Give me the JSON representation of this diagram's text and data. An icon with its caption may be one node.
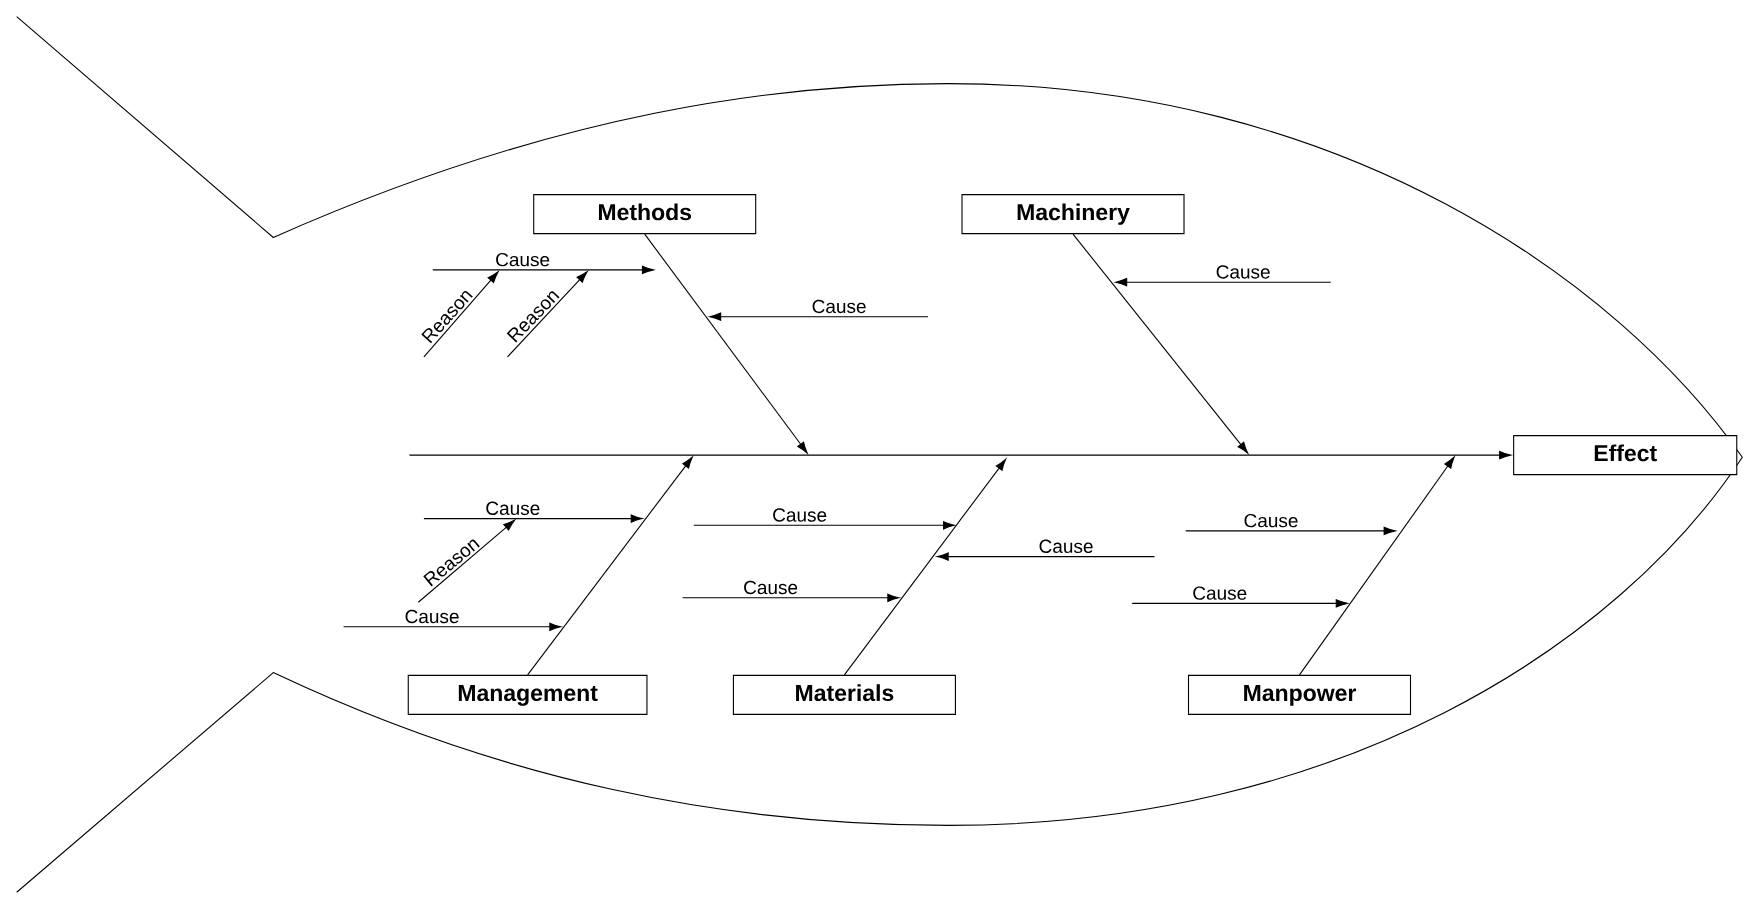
{
  "diagram": {
    "nodes": [
      {
        "text": [
          "Methods"
        ]
      },
      {
        "text": [
          "Machinery"
        ]
      },
      {
        "text": [
          "Cause"
        ]
      },
      {
        "text": [
          "Reason"
        ]
      },
      {
        "text": [
          "Reason"
        ]
      },
      {
        "text": [
          "Cause"
        ]
      },
      {
        "text": [
          "Cause"
        ]
      },
      {
        "text": [
          "Effect"
        ]
      },
      {
        "text": [
          "Cause"
        ]
      },
      {
        "text": [
          "Reason"
        ]
      },
      {
        "text": [
          "Cause"
        ]
      },
      {
        "text": [
          "Cause"
        ]
      },
      {
        "text": [
          "Cause"
        ]
      },
      {
        "text": [
          "Cause"
        ]
      },
      {
        "text": [
          "Cause"
        ]
      },
      {
        "text": [
          "Cause"
        ]
      },
      {
        "text": [
          "Management"
        ]
      },
      {
        "text": [
          "Materials"
        ]
      },
      {
        "text": [
          "Manpower"
        ]
      }
    ],
    "edges": [
      {
        "from": null,
        "to": 7,
        "arrow": "to"
      },
      {
        "from": 0,
        "to": null,
        "arrow": "to"
      },
      {
        "from": 1,
        "to": null,
        "arrow": "to"
      },
      {
        "from": 16,
        "to": null,
        "arrow": "to"
      },
      {
        "from": 17,
        "to": null,
        "arrow": "to"
      },
      {
        "from": 18,
        "to": null,
        "arrow": "to"
      },
      {
        "from": 2,
        "to": null,
        "arrow": "to"
      },
      {
        "from": 3,
        "to": 2,
        "arrow": "to"
      },
      {
        "from": 4,
        "to": 2,
        "arrow": "to"
      },
      {
        "from": 5,
        "to": null,
        "arrow": "to"
      },
      {
        "from": 6,
        "to": null,
        "arrow": "to"
      },
      {
        "from": 8,
        "to": null,
        "arrow": "to"
      },
      {
        "from": 9,
        "to": 8,
        "arrow": "to"
      },
      {
        "from": 10,
        "to": null,
        "arrow": "to"
      },
      {
        "from": 11,
        "to": null,
        "arrow": "to"
      },
      {
        "from": 12,
        "to": null,
        "arrow": "to"
      },
      {
        "from": 13,
        "to": null,
        "arrow": "to"
      },
      {
        "from": 14,
        "to": null,
        "arrow": "to"
      },
      {
        "from": 15,
        "to": null,
        "arrow": "to"
      }
    ]
  }
}
